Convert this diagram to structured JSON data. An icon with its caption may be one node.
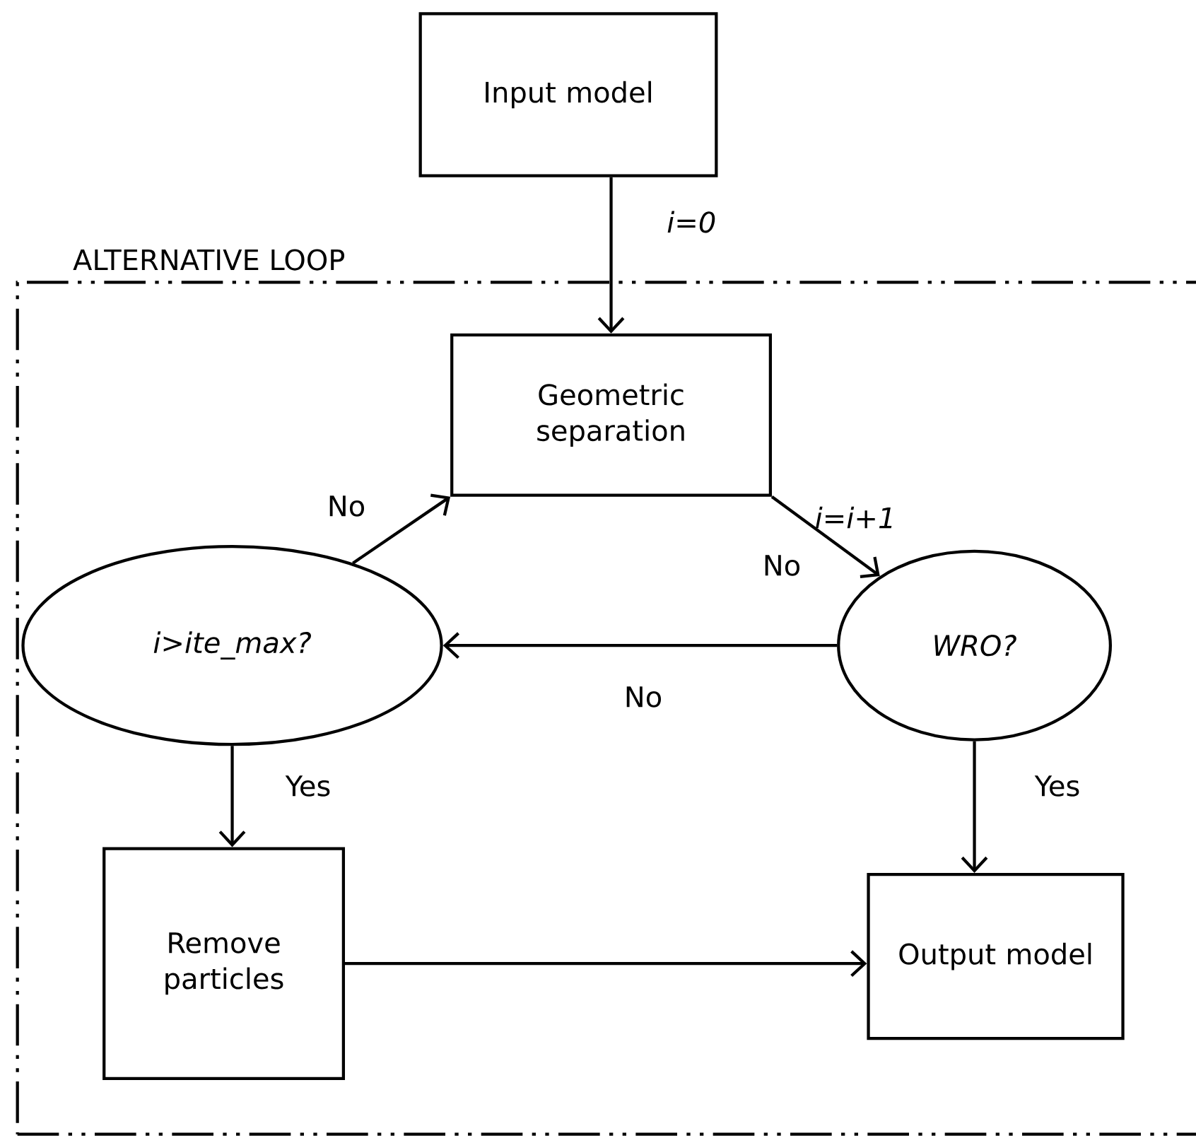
{
  "diagram": {
    "nodes": [
      {
        "text": [
          "Input model"
        ]
      },
      {
        "text": [
          "ALTERNATIVE LOOP"
        ]
      },
      {
        "text": [
          "Geometric separation"
        ],
        "in": 1
      },
      {
        "text": [
          "i>ite_max?"
        ],
        "in": 1
      },
      {
        "text": [
          "WRO?"
        ],
        "in": 1
      },
      {
        "text": [
          "Remove particles"
        ],
        "in": 1
      },
      {
        "text": [
          "Output model"
        ],
        "in": 1
      }
    ],
    "edges": [
      {
        "from": 0,
        "to": 2,
        "arrow": "to",
        "label": "i=0"
      },
      {
        "from": 3,
        "to": 2,
        "arrow": "to",
        "label": "No"
      },
      {
        "from": 2,
        "to": 4,
        "arrow": "to",
        "label": "No"
      },
      {
        "from": 4,
        "to": 3,
        "arrow": "to",
        "label": "No"
      },
      {
        "from": 3,
        "to": 5,
        "arrow": "to",
        "label": "Yes"
      },
      {
        "from": 4,
        "to": 6,
        "arrow": "to",
        "label": "Yes"
      },
      {
        "from": 5,
        "to": 6,
        "arrow": "to"
      }
    ],
    "labels": [
      "i=i+1"
    ]
  }
}
